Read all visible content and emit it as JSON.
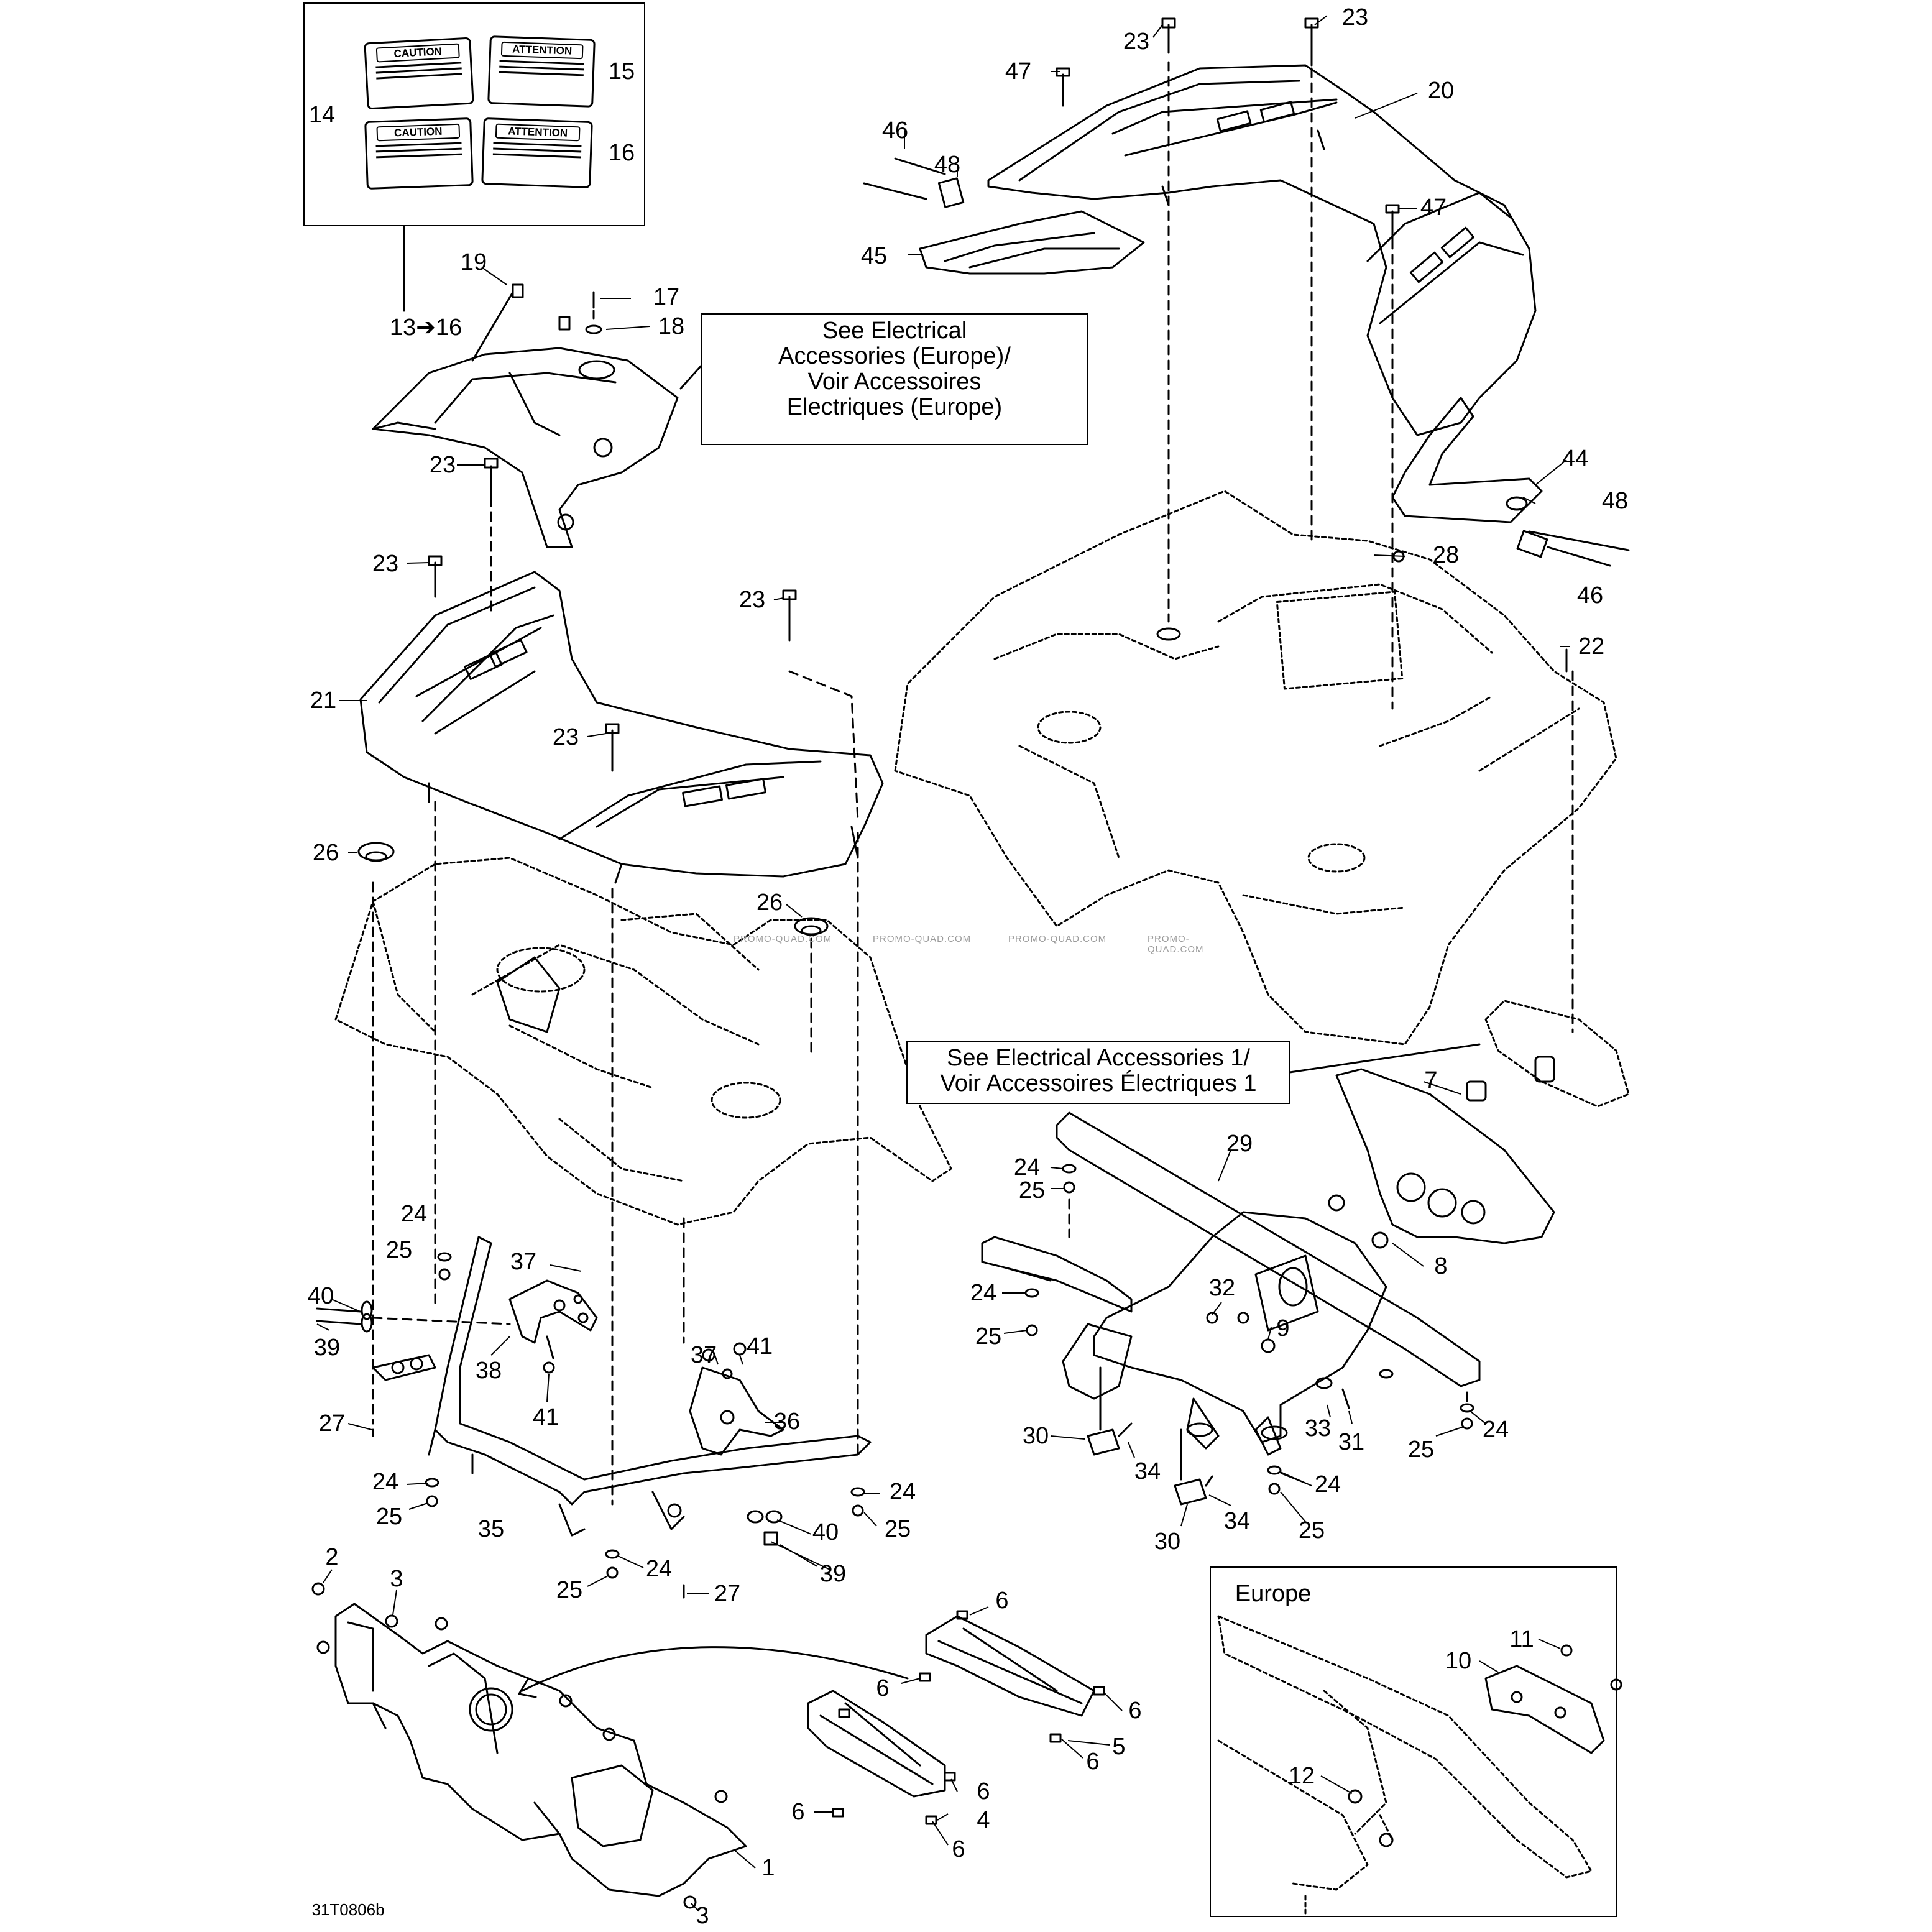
{
  "diagram_code": "31T0806b",
  "watermark": "PROMO-QUAD.COM",
  "callouts": {
    "europe_electrical": [
      "See Electrical",
      "Accessories (Europe)/",
      "Voir Accessoires",
      "Electriques (Europe)"
    ],
    "electrical_1": [
      "See Electrical Accessories 1/",
      "Voir Accessoires Électriques 1"
    ]
  },
  "inset": {
    "title": "Europe"
  },
  "decals": {
    "d14a": "CAUTION",
    "d15": "ATTENTION",
    "d14b": "CAUTION",
    "d16": "ATTENTION"
  },
  "labels": [
    {
      "id": "14a",
      "text": "14"
    },
    {
      "id": "15",
      "text": "15"
    },
    {
      "id": "16",
      "text": "16"
    },
    {
      "id": "13-16",
      "text": "13➔16"
    },
    {
      "id": "19",
      "text": "19"
    },
    {
      "id": "17",
      "text": "17"
    },
    {
      "id": "18",
      "text": "18"
    },
    {
      "id": "23a",
      "text": "23"
    },
    {
      "id": "23b",
      "text": "23"
    },
    {
      "id": "47a",
      "text": "47"
    },
    {
      "id": "20",
      "text": "20"
    },
    {
      "id": "46a",
      "text": "46"
    },
    {
      "id": "48a",
      "text": "48"
    },
    {
      "id": "47b",
      "text": "47"
    },
    {
      "id": "45",
      "text": "45"
    },
    {
      "id": "23c",
      "text": "23"
    },
    {
      "id": "44",
      "text": "44"
    },
    {
      "id": "48b",
      "text": "48"
    },
    {
      "id": "28",
      "text": "28"
    },
    {
      "id": "46b",
      "text": "46"
    },
    {
      "id": "23d",
      "text": "23"
    },
    {
      "id": "23e",
      "text": "23"
    },
    {
      "id": "22",
      "text": "22"
    },
    {
      "id": "21",
      "text": "21"
    },
    {
      "id": "23f",
      "text": "23"
    },
    {
      "id": "26a",
      "text": "26"
    },
    {
      "id": "26b",
      "text": "26"
    },
    {
      "id": "7",
      "text": "7"
    },
    {
      "id": "29",
      "text": "29"
    },
    {
      "id": "24a",
      "text": "24"
    },
    {
      "id": "25a",
      "text": "25"
    },
    {
      "id": "8",
      "text": "8"
    },
    {
      "id": "24b",
      "text": "24"
    },
    {
      "id": "25b",
      "text": "25"
    },
    {
      "id": "32",
      "text": "32"
    },
    {
      "id": "9",
      "text": "9"
    },
    {
      "id": "24c",
      "text": "24"
    },
    {
      "id": "25c",
      "text": "25"
    },
    {
      "id": "40a",
      "text": "40"
    },
    {
      "id": "37a",
      "text": "37"
    },
    {
      "id": "39a",
      "text": "39"
    },
    {
      "id": "38",
      "text": "38"
    },
    {
      "id": "41a",
      "text": "41"
    },
    {
      "id": "27a",
      "text": "27"
    },
    {
      "id": "37b",
      "text": "37"
    },
    {
      "id": "41b",
      "text": "41"
    },
    {
      "id": "36",
      "text": "36"
    },
    {
      "id": "30a",
      "text": "30"
    },
    {
      "id": "34a",
      "text": "34"
    },
    {
      "id": "33",
      "text": "33"
    },
    {
      "id": "31",
      "text": "31"
    },
    {
      "id": "25d",
      "text": "25"
    },
    {
      "id": "24d",
      "text": "24"
    },
    {
      "id": "24e",
      "text": "24"
    },
    {
      "id": "24f",
      "text": "24"
    },
    {
      "id": "25e",
      "text": "25"
    },
    {
      "id": "35",
      "text": "35"
    },
    {
      "id": "24g",
      "text": "24"
    },
    {
      "id": "40b",
      "text": "40"
    },
    {
      "id": "25f",
      "text": "25"
    },
    {
      "id": "30b",
      "text": "30"
    },
    {
      "id": "34b",
      "text": "34"
    },
    {
      "id": "25g",
      "text": "25"
    },
    {
      "id": "25h",
      "text": "25"
    },
    {
      "id": "24h",
      "text": "24"
    },
    {
      "id": "27b",
      "text": "27"
    },
    {
      "id": "39b",
      "text": "39"
    },
    {
      "id": "2",
      "text": "2"
    },
    {
      "id": "3a",
      "text": "3"
    },
    {
      "id": "6a",
      "text": "6"
    },
    {
      "id": "6b",
      "text": "6"
    },
    {
      "id": "6c",
      "text": "6"
    },
    {
      "id": "5",
      "text": "5"
    },
    {
      "id": "6d",
      "text": "6"
    },
    {
      "id": "6e",
      "text": "6"
    },
    {
      "id": "6f",
      "text": "6"
    },
    {
      "id": "4",
      "text": "4"
    },
    {
      "id": "6g",
      "text": "6"
    },
    {
      "id": "1",
      "text": "1"
    },
    {
      "id": "3b",
      "text": "3"
    },
    {
      "id": "10",
      "text": "10"
    },
    {
      "id": "11",
      "text": "11"
    },
    {
      "id": "12",
      "text": "12"
    }
  ]
}
